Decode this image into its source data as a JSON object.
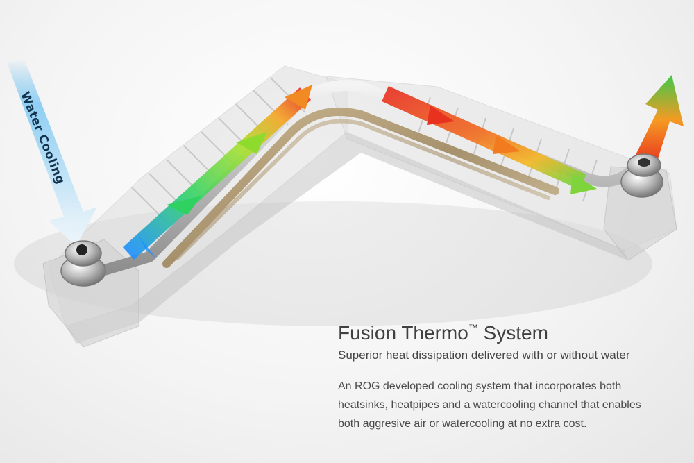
{
  "inlet_arrow_label": "Water Cooling",
  "section": {
    "title": "Fusion Thermo",
    "title_mark": "™",
    "title_suffix": " System",
    "subtitle": "Superior heat dissipation delivered with or without water",
    "description_lines": [
      "An ROG developed cooling system that incorporates both",
      "heatsinks, heatpipes and a watercooling channel that enables",
      "both aggresive air or watercooling at no extra cost."
    ]
  },
  "colors": {
    "cool": "#1e90ff",
    "mid": "#4ccf3a",
    "warm": "#f5a623",
    "hot": "#e8311f",
    "text": "#404040"
  }
}
